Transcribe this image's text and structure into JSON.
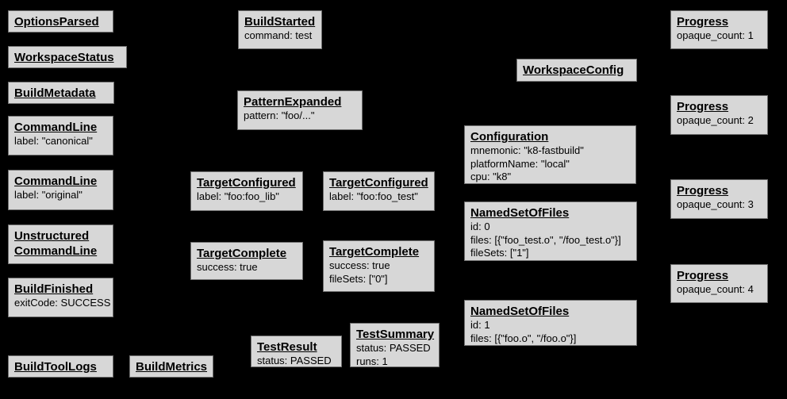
{
  "diagram": {
    "description": "Bazel Build Event Protocol event graph",
    "background_color": "#000000",
    "node_fill_color": "#d7d7d7",
    "node_border_color": "#707070",
    "node_text_color": "#000000"
  },
  "nodes": [
    {
      "title": "OptionsParsed",
      "lines": []
    },
    {
      "title": "WorkspaceStatus",
      "lines": []
    },
    {
      "title": "BuildMetadata",
      "lines": []
    },
    {
      "title": "CommandLine",
      "lines": [
        "label: \"canonical\""
      ]
    },
    {
      "title": "CommandLine",
      "lines": [
        "label: \"original\""
      ]
    },
    {
      "title": "Unstructured\nCommandLine",
      "lines": []
    },
    {
      "title": "BuildFinished",
      "lines": [
        "exitCode: SUCCESS"
      ]
    },
    {
      "title": "BuildToolLogs",
      "lines": []
    },
    {
      "title": "BuildMetrics",
      "lines": []
    },
    {
      "title": "BuildStarted",
      "lines": [
        "command: test"
      ]
    },
    {
      "title": "PatternExpanded",
      "lines": [
        "pattern: \"foo/...\""
      ]
    },
    {
      "title": "TargetConfigured",
      "lines": [
        "label: \"foo:foo_lib\""
      ]
    },
    {
      "title": "TargetConfigured",
      "lines": [
        "label: \"foo:foo_test\""
      ]
    },
    {
      "title": "TargetComplete",
      "lines": [
        "success: true"
      ]
    },
    {
      "title": "TargetComplete",
      "lines": [
        "success: true",
        "fileSets: [\"0\"]"
      ]
    },
    {
      "title": "TestResult",
      "lines": [
        "status: PASSED"
      ]
    },
    {
      "title": "TestSummary",
      "lines": [
        "status: PASSED",
        "runs: 1"
      ]
    },
    {
      "title": "WorkspaceConfig",
      "lines": []
    },
    {
      "title": "Configuration",
      "lines": [
        "mnemonic: \"k8-fastbuild\"",
        "platformName: \"local\"",
        "cpu: \"k8\""
      ]
    },
    {
      "title": "NamedSetOfFiles",
      "lines": [
        "id: 0",
        "files: [{\"foo_test.o\", \"/foo_test.o\"}]",
        "fileSets: [\"1\"]"
      ]
    },
    {
      "title": "NamedSetOfFiles",
      "lines": [
        "id: 1",
        "files: [{\"foo.o\", \"/foo.o\"}]"
      ]
    },
    {
      "title": "Progress",
      "lines": [
        "opaque_count: 1"
      ]
    },
    {
      "title": "Progress",
      "lines": [
        "opaque_count: 2"
      ]
    },
    {
      "title": "Progress",
      "lines": [
        "opaque_count: 3"
      ]
    },
    {
      "title": "Progress",
      "lines": [
        "opaque_count: 4"
      ]
    }
  ]
}
